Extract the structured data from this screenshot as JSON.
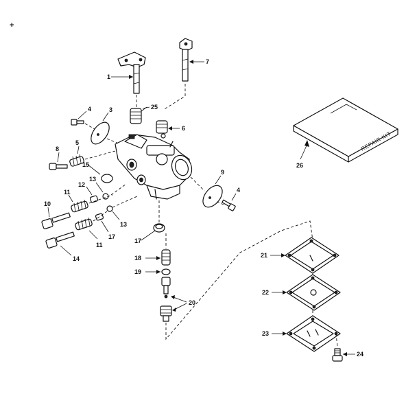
{
  "labels": {
    "p1": "1",
    "p3": "3",
    "p4a": "4",
    "p4b": "4",
    "p5": "5",
    "p6": "6",
    "p7": "7",
    "p8": "8",
    "p9": "9",
    "p10": "10",
    "p11a": "11",
    "p11b": "11",
    "p12": "12",
    "p13a": "13",
    "p13b": "13",
    "p14": "14",
    "p15": "15",
    "p17a": "17",
    "p17b": "17",
    "p18": "18",
    "p19": "19",
    "p20": "20",
    "p21": "21",
    "p22": "22",
    "p23": "23",
    "p24": "24",
    "p25": "25",
    "p26": "26"
  },
  "repair_kit_text": "REPAIR KIT",
  "corner_mark": "+"
}
